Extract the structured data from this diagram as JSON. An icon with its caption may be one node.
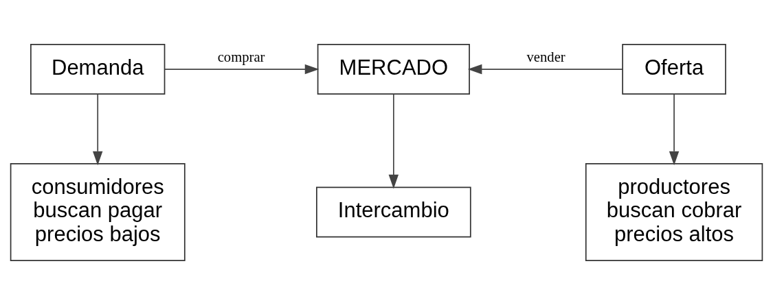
{
  "diagram": {
    "nodes": [
      {
        "text": [
          "Demanda"
        ]
      },
      {
        "text": [
          "MERCADO"
        ]
      },
      {
        "text": [
          "Oferta"
        ]
      },
      {
        "text": [
          "consumidores buscan pagar precios bajos"
        ]
      },
      {
        "text": [
          "Intercambio"
        ]
      },
      {
        "text": [
          "productores buscan cobrar precios altos"
        ]
      }
    ],
    "edges": [
      {
        "from": 0,
        "to": 1,
        "arrow": "to",
        "label": "comprar"
      },
      {
        "from": 2,
        "to": 1,
        "arrow": "to",
        "label": "vender"
      },
      {
        "from": 0,
        "to": 3,
        "arrow": "to"
      },
      {
        "from": 1,
        "to": 4,
        "arrow": "to"
      },
      {
        "from": 2,
        "to": 5,
        "arrow": "to"
      }
    ]
  }
}
